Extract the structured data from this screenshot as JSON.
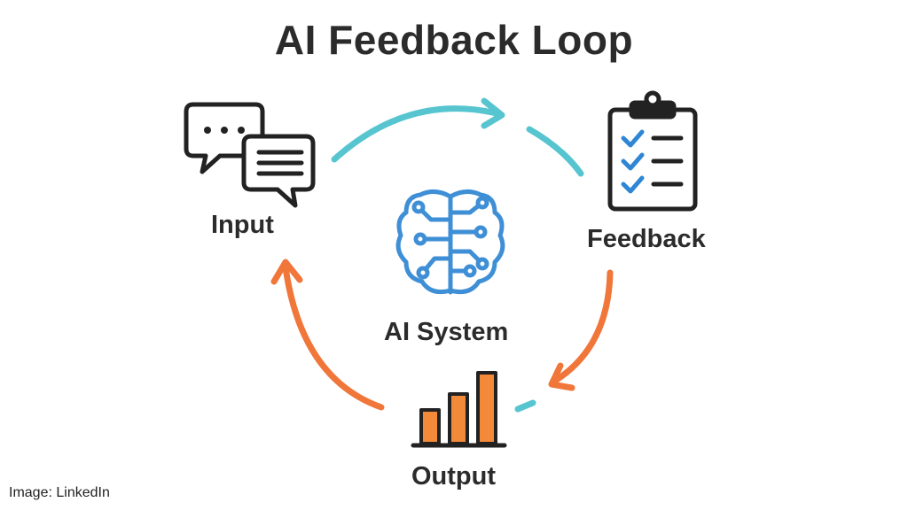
{
  "title": "AI Feedback Loop",
  "nodes": {
    "input": {
      "label": "Input",
      "icon": "chat-bubbles-icon"
    },
    "feedback": {
      "label": "Feedback",
      "icon": "clipboard-checklist-icon"
    },
    "system": {
      "label": "AI System",
      "icon": "brain-circuit-icon"
    },
    "output": {
      "label": "Output",
      "icon": "bar-chart-icon"
    }
  },
  "credit": "Image: LinkedIn",
  "colors": {
    "teal_arrow": "#57c5d0",
    "orange_arrow": "#f0763a",
    "brain_blue": "#3f8fd6",
    "check_blue": "#2f86d4",
    "bar_orange": "#f28a3a",
    "text": "#2b2b2b"
  }
}
